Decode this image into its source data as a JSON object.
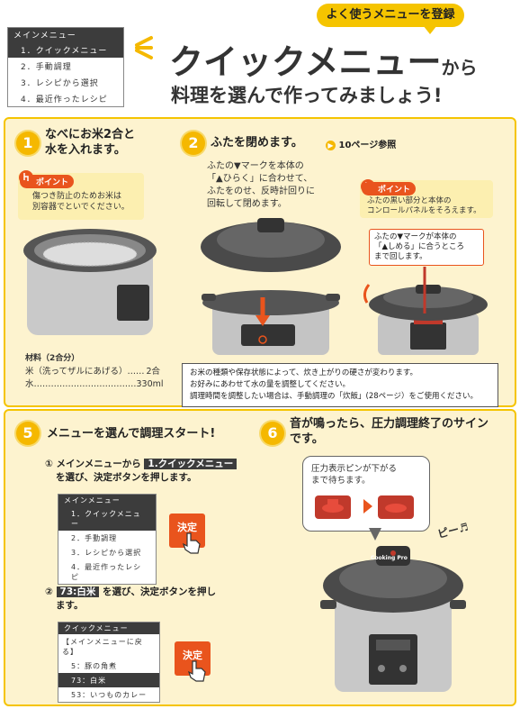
{
  "header": {
    "register_bubble": "よく使うメニューを登録",
    "title_main": "クイックメニュー",
    "title_from": "から",
    "subtitle": "料理を選んで作ってみましょう!",
    "menu": {
      "header": "メインメニュー",
      "items": [
        "1．クイックメニュー",
        "2．手動調理",
        "3．レシピから選択",
        "4．最近作ったレシピ"
      ]
    }
  },
  "step1": {
    "number": "1",
    "title_line1": "なべにお米2合と",
    "title_line2": "水を入れます。",
    "point_label": "ポイント",
    "point_line1": "傷つき防止のためお米は",
    "point_line2": "別容器でといでください。",
    "materials_title": "材料（2合分）",
    "material_rows": [
      {
        "name": "米（洗ってザルにあげる）……",
        "amount": "2合"
      },
      {
        "name": "水………………………………",
        "amount": "330ml"
      }
    ]
  },
  "step2": {
    "number": "2",
    "title": "ふたを閉めます。",
    "ref": "10ページ参照",
    "body_lines": [
      "ふたの▼マークを本体の",
      "「▲ひらく」に合わせて、",
      "ふたをのせ、反時計回りに",
      "回転して閉めます。"
    ],
    "point_label": "ポイント",
    "point_line1": "ふたの黒い部分と本体の",
    "point_line2": "コンロールパネルをそろえます。",
    "callout_lines": [
      "ふたの▼マークが本体の",
      "「▲しめる」に合うところ",
      "まで回します。"
    ]
  },
  "note": {
    "lines": [
      "お米の種類や保存状態によって、炊き上がりの硬さが変わります。",
      "お好みにあわせて水の量を調整してください。",
      "調理時間を調整したい場合は、手動調理の「炊飯」(28ページ）をご使用ください。"
    ]
  },
  "step5": {
    "number": "5",
    "title": "メニューを選んで調理スタート!",
    "sub1_num": "①",
    "sub1_pre": "メインメニューから",
    "sub1_highlight": "1.クイックメニュー",
    "sub1_post": "を選び、決定ボタンを押します。",
    "menu1": {
      "header": "メインメニュー",
      "items": [
        "1．クイックメニュー",
        "2．手動調理",
        "3．レシピから選択",
        "4．最近作ったレシピ"
      ]
    },
    "decide_label": "決定",
    "sub2_num": "②",
    "sub2_highlight": "73:白米",
    "sub2_line1": "を選び、決定ボタンを押し",
    "sub2_line2": "ます。",
    "menu2": {
      "header": "クイックメニュー",
      "items": [
        "【メインメニューに戻る】",
        "5：豚の角煮",
        "73：白米",
        "53：いつものカレー"
      ]
    }
  },
  "step6": {
    "number": "6",
    "title_line1": "音が鳴ったら、圧力調理終了のサイン",
    "title_line2": "です。",
    "speech_line1": "圧力表示ピンが下がる",
    "speech_line2": "まで待ちます。",
    "beep": "ピー♬",
    "brand": "Cooking Pro"
  },
  "colors": {
    "accent_yellow": "#f5b800",
    "panel_bg": "#fdf3cf",
    "point_red": "#e9541d"
  }
}
